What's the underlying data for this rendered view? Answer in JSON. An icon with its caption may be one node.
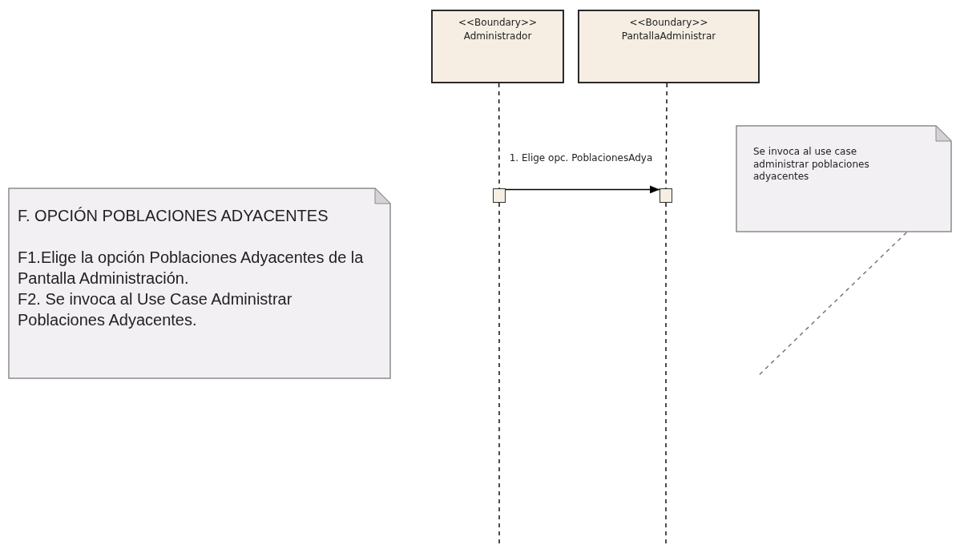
{
  "diagram": {
    "nodes": [
      {
        "text": [
          "<<Boundary>>",
          "Administrador"
        ]
      },
      {
        "text": [
          "<<Boundary>>",
          "PantallaAdministrar"
        ]
      },
      {
        "text": [],
        "shape": "box"
      },
      {
        "text": [],
        "shape": "box"
      },
      {
        "text": [
          "Se invoca al use case administrar poblaciones adyacentes"
        ]
      },
      {
        "text": [
          "F. OPCIÓN POBLACIONES ADYACENTES",
          "F1.Elige la opción Poblaciones Adyacentes de la Pantalla Administración.",
          "F2. Se invoca al Use Case Administrar Poblaciones Adyacentes."
        ]
      }
    ],
    "edges": [
      {
        "from": 0,
        "to": 2,
        "arrow": "none",
        "style": "dashed"
      },
      {
        "from": 1,
        "to": 3,
        "arrow": "none",
        "style": "dashed"
      },
      {
        "from": 2,
        "to": 3,
        "arrow": "to",
        "label": "1. Elige opc. PoblacionesAdya"
      },
      {
        "from": 4,
        "to": null,
        "arrow": "none",
        "style": "dashed",
        "color": "#707070"
      }
    ]
  }
}
